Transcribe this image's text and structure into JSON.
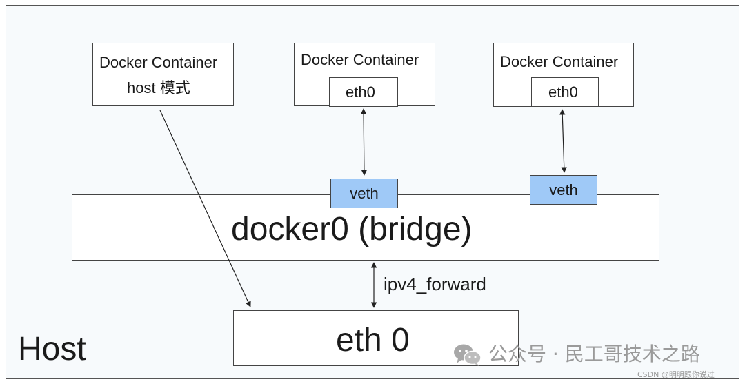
{
  "host": {
    "label": "Host"
  },
  "containers": [
    {
      "title": "Docker Container",
      "subtitle": "host 模式"
    },
    {
      "title": "Docker Container",
      "iface": "eth0"
    },
    {
      "title": "Docker Container",
      "iface": "eth0"
    }
  ],
  "bridge": {
    "label": "docker0 (bridge)",
    "veths": [
      "veth",
      "veth"
    ]
  },
  "host_iface": {
    "label": "eth 0"
  },
  "forward": {
    "label": "ipv4_forward"
  },
  "watermark": {
    "text": "公众号 · 民工哥技术之路",
    "icon": "wechat-icon"
  },
  "credit": {
    "text": "CSDN @明明跟你说过"
  },
  "colors": {
    "veth_fill": "#9fc9f7",
    "frame_bg": "#f7fafc",
    "line": "#333333"
  }
}
